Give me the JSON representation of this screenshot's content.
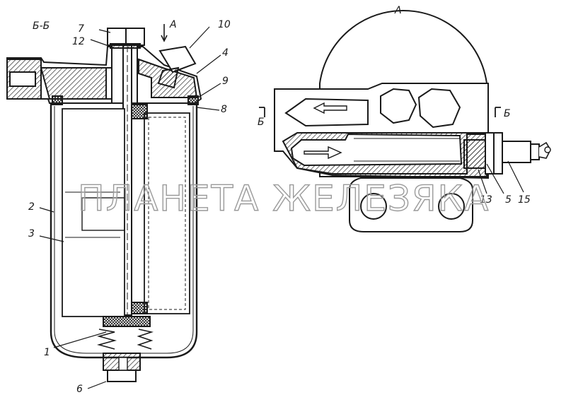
{
  "section_label": "Б-Б",
  "view_label": "А",
  "view_arrow_label": "А",
  "section_marks": {
    "left": "Б",
    "right": "Б"
  },
  "watermark": "ПЛАНЕТА ЖЕЛЕЗЯКА",
  "callouts": {
    "n1": "1",
    "n2": "2",
    "n3": "3",
    "n4": "4",
    "n5": "5",
    "n6": "6",
    "n7": "7",
    "n8": "8",
    "n9": "9",
    "n10": "10",
    "n12": "12",
    "n13": "13",
    "n15": "15"
  }
}
